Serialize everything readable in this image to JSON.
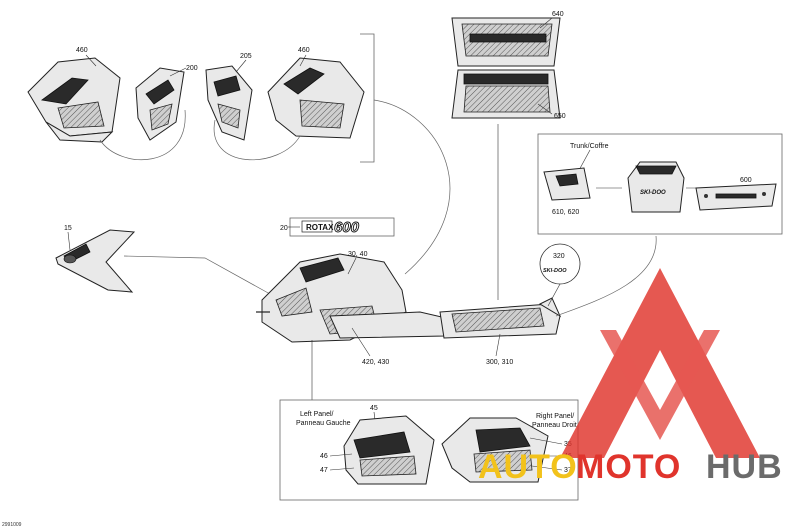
{
  "labels": {
    "p460a": "460",
    "p200": "200",
    "p205": "205",
    "p460b": "460",
    "p640": "640",
    "p650": "650",
    "trunk": "Trunk/Coffre",
    "p600": "600",
    "p610": "610, 620",
    "p15": "15",
    "p20": "20",
    "p3040": "30, 40",
    "p420": "420, 430",
    "p320": "320",
    "p300": "300, 310",
    "leftPanel1": "Left Panel/",
    "leftPanel2": "Panneau Gauche",
    "p45": "45",
    "p46a": "46",
    "p47": "47",
    "rightPanel1": "Right Panel/",
    "rightPanel2": "Panneau Droit",
    "p35": "35",
    "p46b": "46",
    "p37": "37",
    "code": "2991009",
    "decal_rotax": "ROTAX",
    "decal_600": "600",
    "decal_skidoo": "SKI-DOO"
  },
  "watermark": {
    "word1": "AUTO",
    "word2": "MOTO",
    "word3": "HUB",
    "color_red": "#e0342c",
    "color_yellow": "#f2c21b",
    "color_gray": "#6b6b6b"
  }
}
